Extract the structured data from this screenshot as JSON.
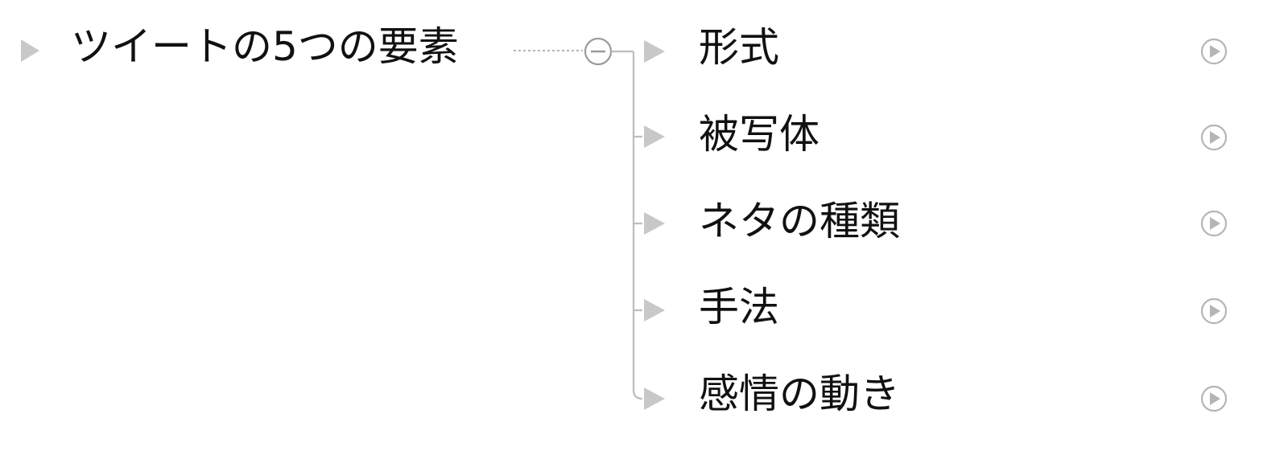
{
  "root": {
    "label": "ツイートの5つの要素",
    "collapsed": true
  },
  "children": [
    {
      "label": "形式"
    },
    {
      "label": "被写体"
    },
    {
      "label": "ネタの種類"
    },
    {
      "label": "手法"
    },
    {
      "label": "感情の動き"
    }
  ],
  "colors": {
    "text": "#111111",
    "arrow": "#c8c8c8",
    "connector": "#bdbdbd",
    "collapse_button": "#9a9a9a",
    "go_button": "#b5b5b5"
  },
  "icons": {
    "expand": "triangle-right-icon",
    "collapse": "circle-minus-icon",
    "go": "play-circle-icon"
  }
}
